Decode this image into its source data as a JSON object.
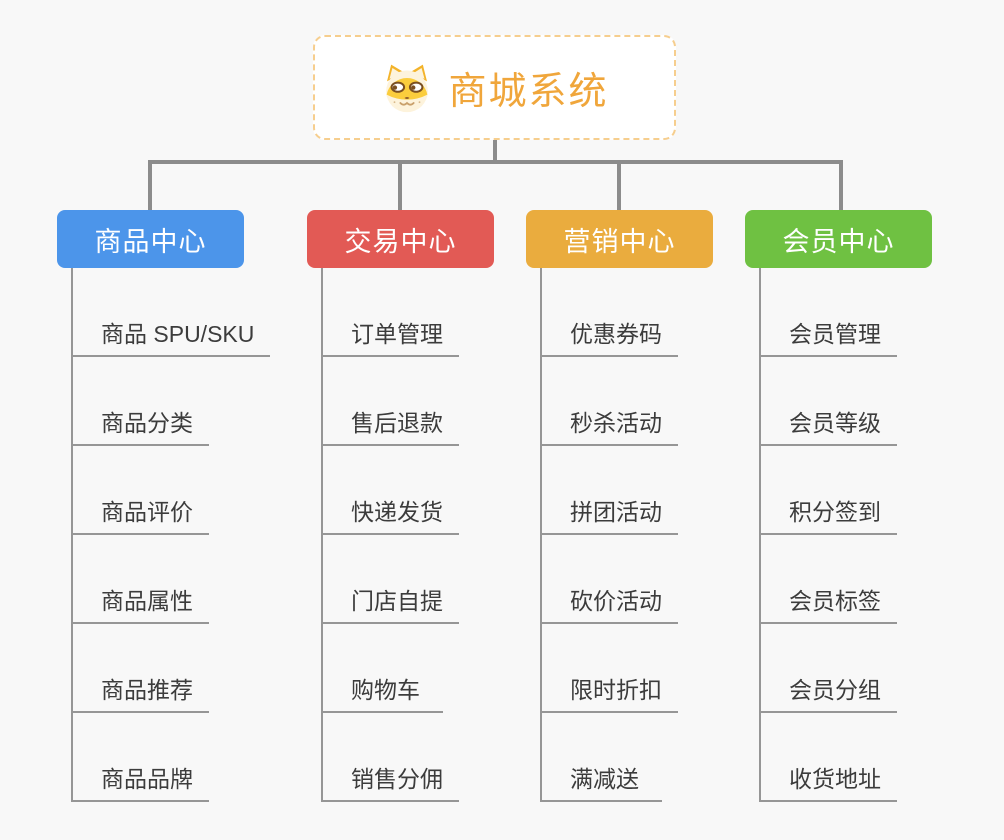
{
  "root": {
    "title": "商城系统",
    "icon": "dog-face-icon",
    "title_color": "#f0a63b",
    "border_color": "#f6ce8e"
  },
  "connector_color": "#8c8c8c",
  "branches": [
    {
      "label": "商品中心",
      "color": "#4c95ea",
      "children": [
        "商品 SPU/SKU",
        "商品分类",
        "商品评价",
        "商品属性",
        "商品推荐",
        "商品品牌"
      ]
    },
    {
      "label": "交易中心",
      "color": "#e25a55",
      "children": [
        "订单管理",
        "售后退款",
        "快递发货",
        "门店自提",
        "购物车",
        "销售分佣"
      ]
    },
    {
      "label": "营销中心",
      "color": "#eaac3e",
      "children": [
        "优惠券码",
        "秒杀活动",
        "拼团活动",
        "砍价活动",
        "限时折扣",
        "满减送"
      ]
    },
    {
      "label": "会员中心",
      "color": "#6fc142",
      "children": [
        "会员管理",
        "会员等级",
        "积分签到",
        "会员标签",
        "会员分组",
        "收货地址"
      ]
    }
  ]
}
